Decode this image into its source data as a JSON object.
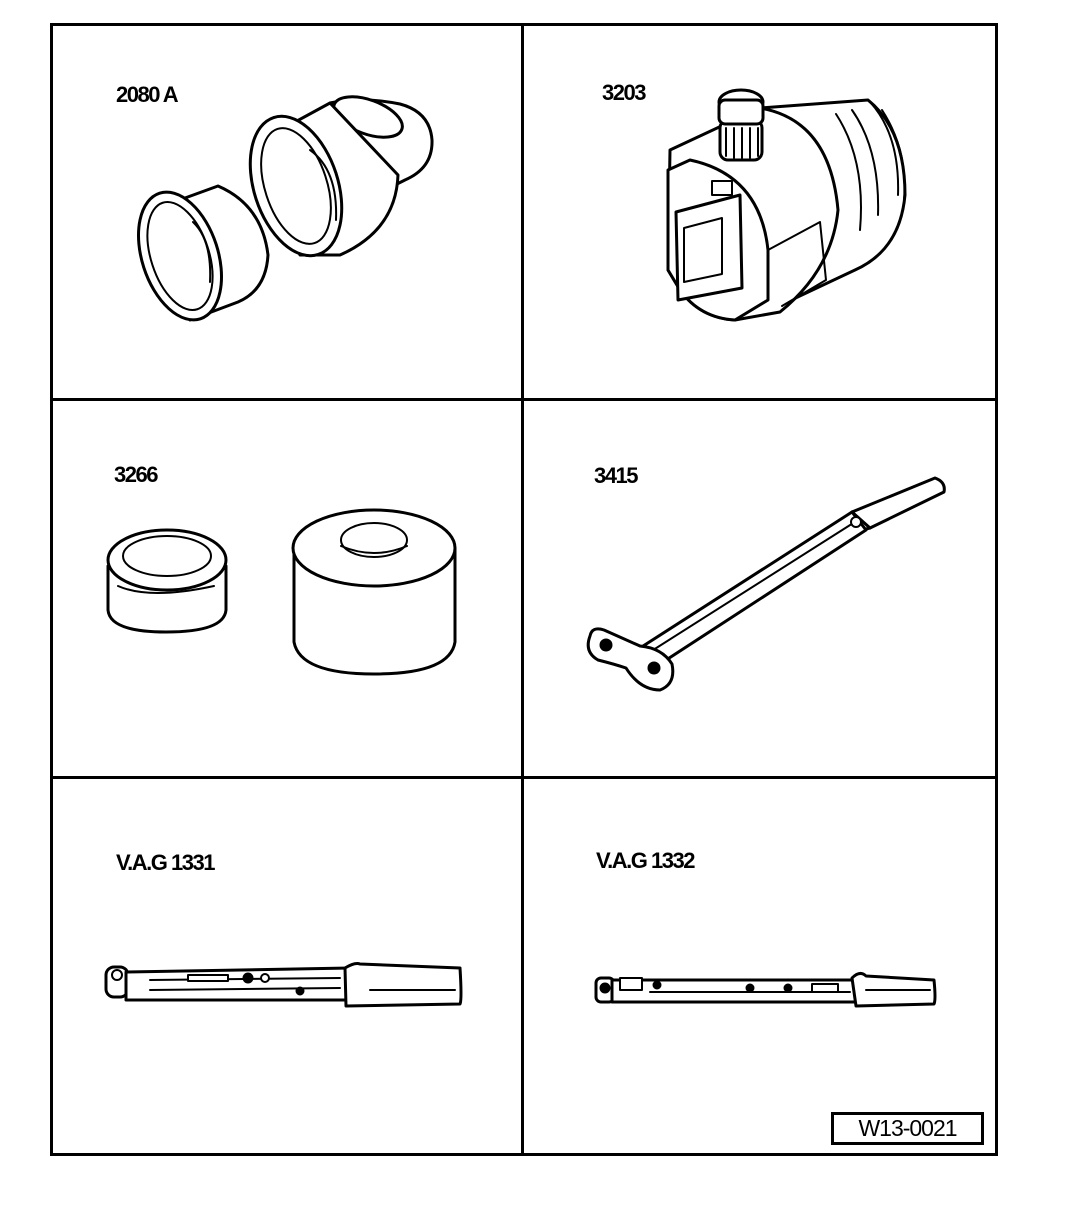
{
  "catalog": {
    "reference_code": "W13-0021",
    "tools": [
      {
        "number": "2080 A",
        "icon": "bearing-drift-set-icon"
      },
      {
        "number": "3203",
        "icon": "socket-adapter-icon"
      },
      {
        "number": "3266",
        "icon": "thrust-piece-set-icon"
      },
      {
        "number": "3415",
        "icon": "pin-wrench-icon"
      },
      {
        "number": "V.A.G 1331",
        "icon": "torque-wrench-small-icon"
      },
      {
        "number": "V.A.G 1332",
        "icon": "torque-wrench-large-icon"
      }
    ]
  },
  "colors": {
    "ink": "#000000",
    "paper": "#ffffff"
  }
}
